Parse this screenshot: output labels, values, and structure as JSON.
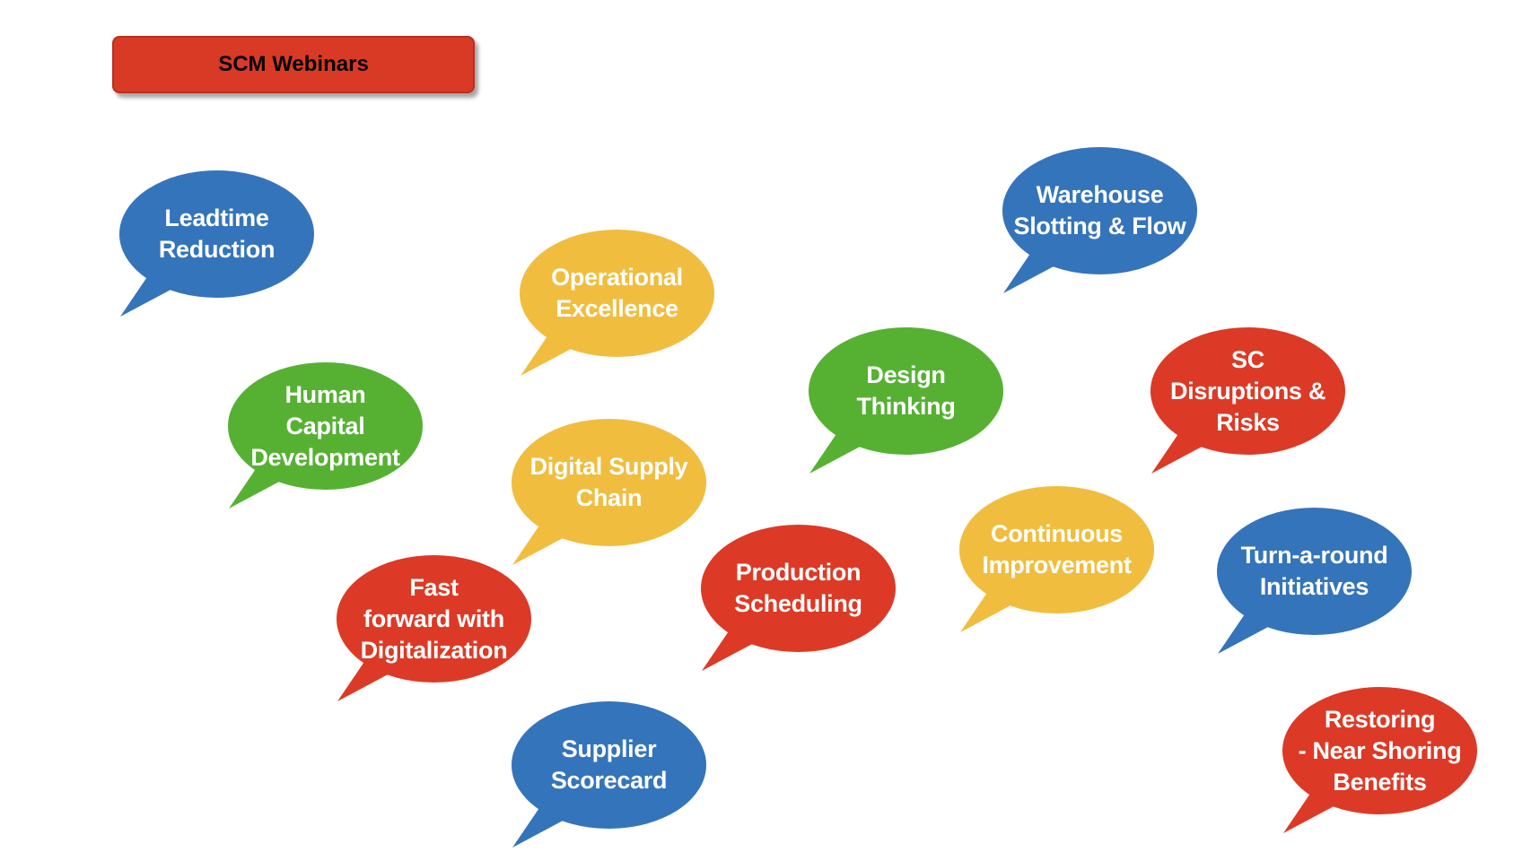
{
  "header": {
    "title": "SCM Webinars"
  },
  "colors": {
    "blue": "#3474bb",
    "yellow": "#f0bd3f",
    "green": "#56b133",
    "red": "#dc3a26",
    "header_red": "#d93a25"
  },
  "bubbles": [
    {
      "name": "bubble-leadtime-reduction",
      "label": "Leadtime\nReduction",
      "color": "blue"
    },
    {
      "name": "bubble-operational-excellence",
      "label": "Operational\nExcellence",
      "color": "yellow"
    },
    {
      "name": "bubble-warehouse-slotting-flow",
      "label": "Warehouse\nSlotting & Flow",
      "color": "blue"
    },
    {
      "name": "bubble-human-capital-development",
      "label": "Human\nCapital\nDevelopment",
      "color": "green"
    },
    {
      "name": "bubble-design-thinking",
      "label": "Design\nThinking",
      "color": "green"
    },
    {
      "name": "bubble-sc-disruptions-risks",
      "label": "SC\nDisruptions &\nRisks",
      "color": "red"
    },
    {
      "name": "bubble-digital-supply-chain",
      "label": "Digital Supply\nChain",
      "color": "yellow"
    },
    {
      "name": "bubble-continuous-improvement",
      "label": "Continuous\nImprovement",
      "color": "yellow"
    },
    {
      "name": "bubble-turn-a-round-initiatives",
      "label": "Turn-a-round\nInitiatives",
      "color": "blue"
    },
    {
      "name": "bubble-fast-forward-digitalization",
      "label": "Fast\nforward with\nDigitalization",
      "color": "red"
    },
    {
      "name": "bubble-production-scheduling",
      "label": "Production\nScheduling",
      "color": "red"
    },
    {
      "name": "bubble-supplier-scorecard",
      "label": "Supplier\nScorecard",
      "color": "blue"
    },
    {
      "name": "bubble-restoring-near-shoring",
      "label": "Restoring\n- Near Shoring\nBenefits",
      "color": "red"
    }
  ]
}
